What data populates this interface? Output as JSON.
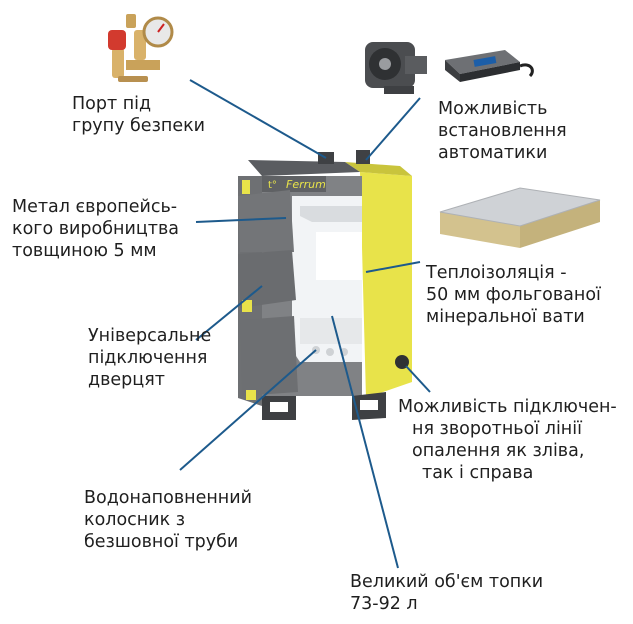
{
  "brand": "Ferrum",
  "callouts": {
    "safety_port": [
      "Порт під",
      "групу безпеки"
    ],
    "automation": [
      "Можливість",
      "встановлення",
      "автоматики"
    ],
    "metal": [
      "Метал європейсь-",
      "кого виробництва",
      "товщиною 5 мм"
    ],
    "insulation": [
      "Теплоізоляція -",
      "50 мм фольгованої",
      "мінеральної вати"
    ],
    "doors": [
      "Універсальне",
      "підключення",
      "дверцят"
    ],
    "return_line": [
      "Можливість підключен-",
      "ня зворотньої лінії",
      "опалення як зліва,",
      "так і справа"
    ],
    "grate": [
      "Водонаповненний",
      "колосник з",
      "безшовної труби"
    ],
    "firebox": [
      "Великий об'єм топки",
      "73-92 л"
    ]
  },
  "colors": {
    "leader_line": "#1d5a8c",
    "boiler_body": "#808285",
    "boiler_dark": "#5f6164",
    "accent_yellow": "#e8e34a",
    "firebox_white": "#f2f4f6"
  }
}
